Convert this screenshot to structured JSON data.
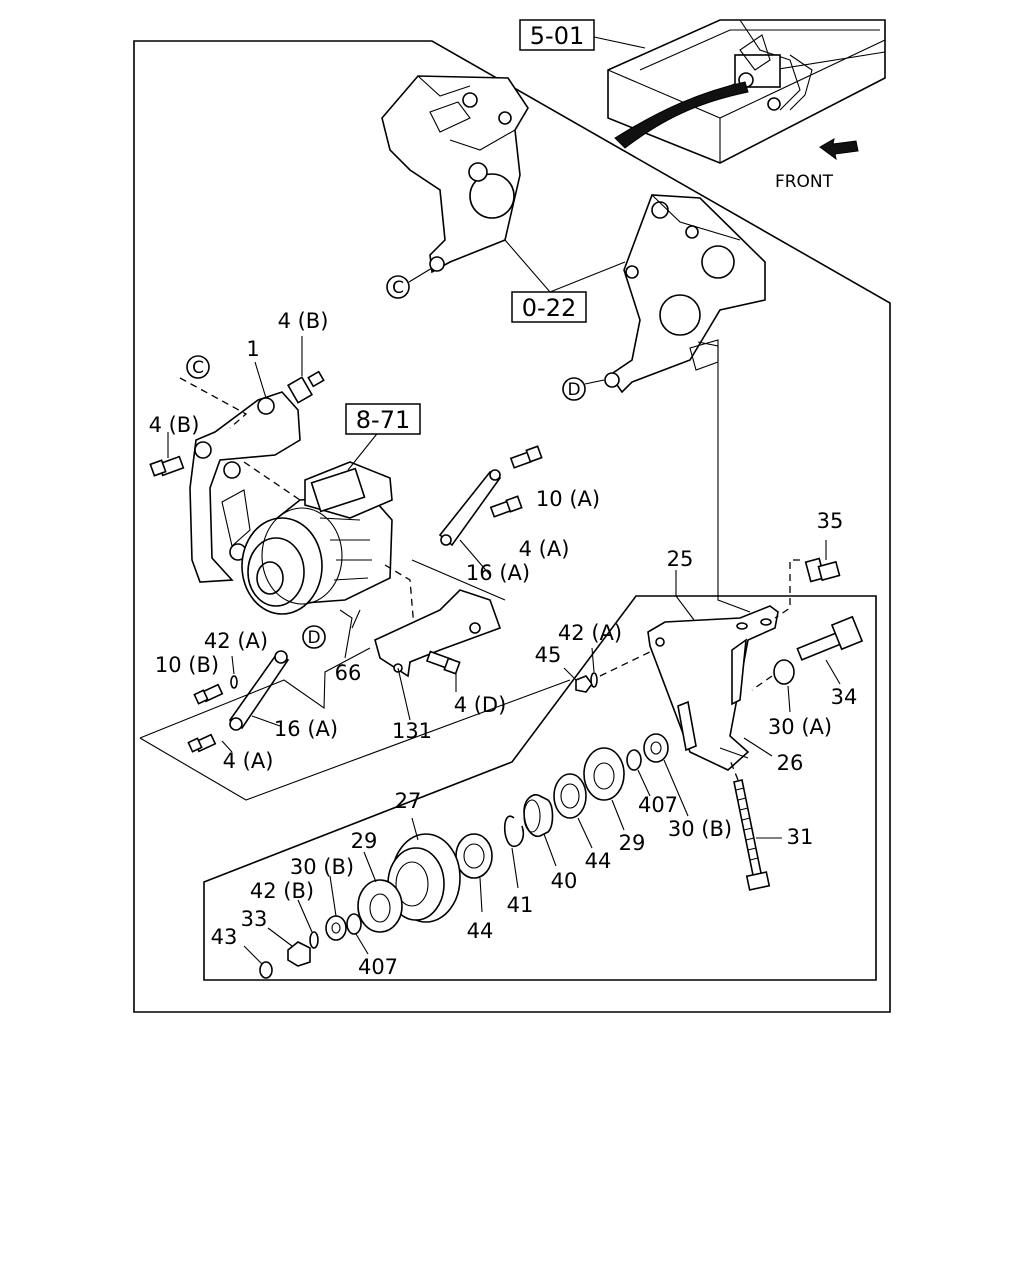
{
  "refs": {
    "r501": "5-01",
    "r022": "0-22",
    "r871": "8-71"
  },
  "front": "FRONT",
  "circles": {
    "c1": "C",
    "c2": "C",
    "d1": "D",
    "d2": "D"
  },
  "labels": {
    "p1": "1",
    "p4b_top": "4 (B)",
    "p4b_left": "4 (B)",
    "p10a": "10 (A)",
    "p4a_right": "4 (A)",
    "p16a_right": "16 (A)",
    "p42a_left": "42 (A)",
    "p10b": "10 (B)",
    "p66": "66",
    "p16a_left": "16 (A)",
    "p4a_left": "4 (A)",
    "p131": "131",
    "p4d": "4 (D)",
    "p25": "25",
    "p35": "35",
    "p42a_right": "42 (A)",
    "p45": "45",
    "p34": "34",
    "p30a": "30 (A)",
    "p26": "26",
    "p407_right": "407",
    "p30b_right": "30 (B)",
    "p31": "31",
    "p27": "27",
    "p29_left": "29",
    "p30b_left": "30 (B)",
    "p42b": "42 (B)",
    "p33": "33",
    "p43": "43",
    "p407_left": "407",
    "p44_left": "44",
    "p41": "41",
    "p40": "40",
    "p44_right": "44",
    "p29_right": "29"
  }
}
